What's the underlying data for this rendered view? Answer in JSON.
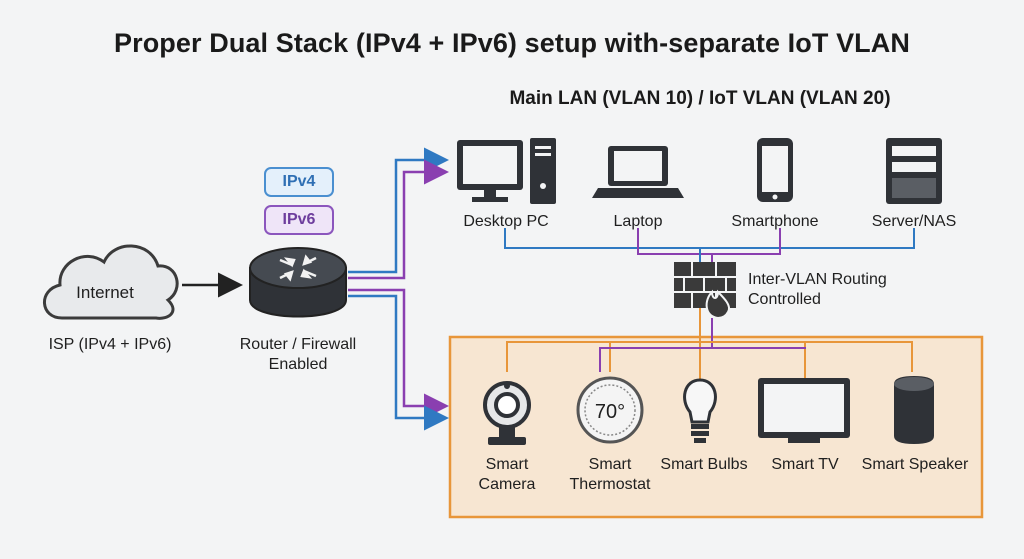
{
  "title": "Proper Dual Stack (IPv4 + IPv6) setup with-separate IoT VLAN",
  "subtitle": "Main LAN (VLAN 10) / IoT VLAN (VLAN 20)",
  "internet": {
    "cloud_label": "Internet",
    "caption": "ISP (IPv4 + IPv6)"
  },
  "router": {
    "badge_ipv4": "IPv4",
    "badge_ipv6": "IPv6",
    "caption_line1": "Router / Firewall",
    "caption_line2": "Enabled"
  },
  "main_lan": {
    "devices": [
      {
        "label": "Desktop PC",
        "icon": "desktop-pc-icon"
      },
      {
        "label": "Laptop",
        "icon": "laptop-icon"
      },
      {
        "label": "Smartphone",
        "icon": "smartphone-icon"
      },
      {
        "label": "Server/NAS",
        "icon": "server-icon"
      }
    ]
  },
  "firewall": {
    "line1": "Inter-VLAN Routing",
    "line2": "Controlled"
  },
  "iot_vlan": {
    "devices": [
      {
        "line1": "Smart",
        "line2": "Camera",
        "icon": "camera-icon"
      },
      {
        "line1": "Smart",
        "line2": "Thermostat",
        "icon": "thermostat-icon",
        "display": "70°"
      },
      {
        "line1": "Smart Bulbs",
        "line2": "",
        "icon": "bulb-icon"
      },
      {
        "line1": "Smart TV",
        "line2": "",
        "icon": "tv-icon"
      },
      {
        "line1": "Smart Speaker",
        "line2": "",
        "icon": "speaker-icon"
      }
    ]
  },
  "colors": {
    "ipv4": "#2f79c2",
    "ipv6": "#8a3fb0",
    "iot_border": "#e8963a",
    "iot_fill": "#f7e6d2",
    "firewall": "#3a3a3a"
  }
}
